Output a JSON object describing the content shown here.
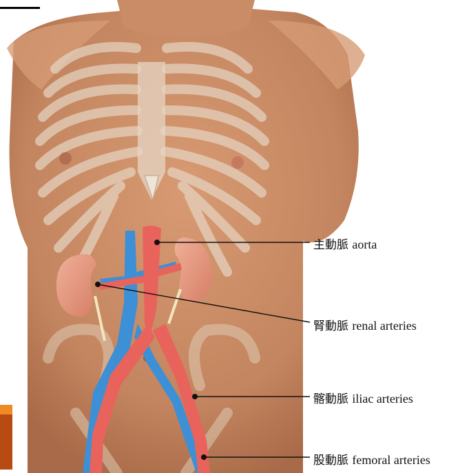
{
  "labels": {
    "aorta": {
      "zh": "主動脈",
      "en": "aorta"
    },
    "renal": {
      "zh": "腎動脈",
      "en": "renal arteries"
    },
    "iliac": {
      "zh": "髂動脈",
      "en": "iliac arteries"
    },
    "femoral": {
      "zh": "股動脈",
      "en": "femoral arteries"
    }
  },
  "colors": {
    "artery": "#e8635c",
    "vein": "#3d8fd6",
    "kidney": "#e9a085",
    "skin": "#c58862",
    "rib": "#e3d3c2",
    "orange_bar": "#f08a24",
    "brown_bar": "#b84a14"
  }
}
